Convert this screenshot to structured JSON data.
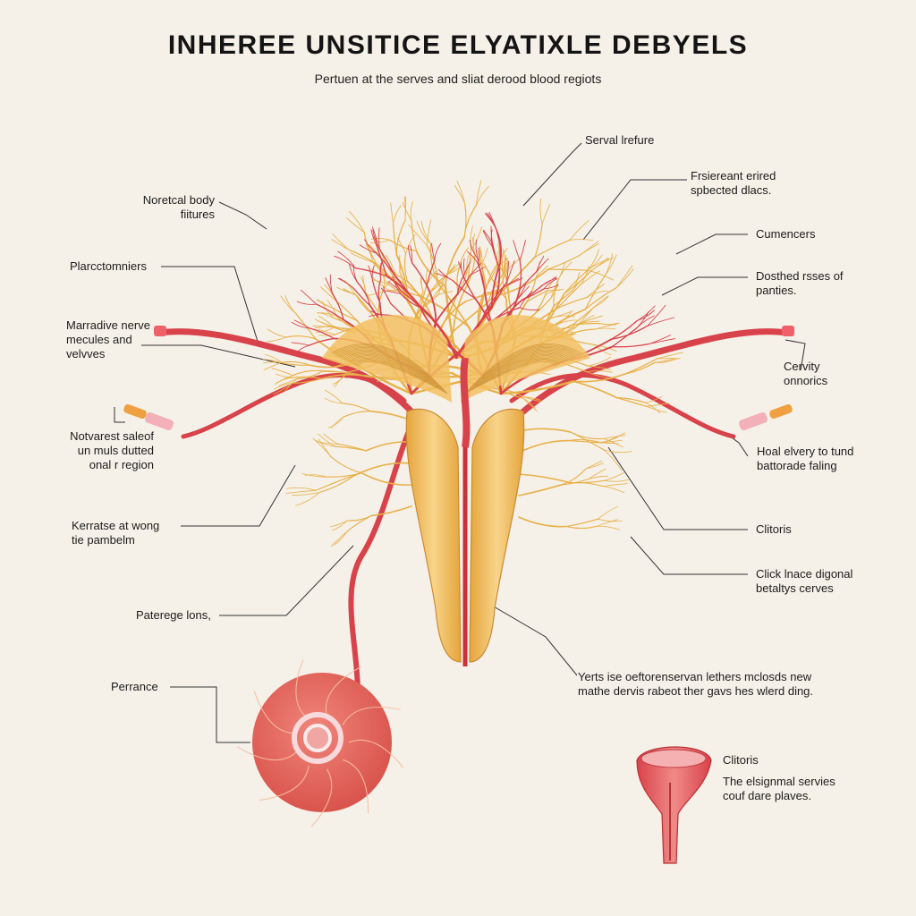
{
  "header": {
    "title": "INHEREE UNSITICE ELYATIXLE DEBYELS",
    "subtitle": "Pertuen at the serves and sliat derood blood regiots"
  },
  "labels_left": [
    {
      "id": "notetcal",
      "lines": [
        "Noretcal body",
        "fiitures"
      ]
    },
    {
      "id": "plarcto",
      "lines": [
        "Plarcctomniers"
      ]
    },
    {
      "id": "marradive",
      "lines": [
        "Marradive nerve",
        "mecules and",
        "velvves"
      ]
    },
    {
      "id": "notvarest",
      "lines": [
        "Notvarest saleof",
        "un muls dutted",
        "onal r region"
      ]
    },
    {
      "id": "kerratse",
      "lines": [
        "Kerratse at wong",
        "tie pambelm"
      ]
    },
    {
      "id": "paterege",
      "lines": [
        "Paterege lons,"
      ]
    },
    {
      "id": "perrance",
      "lines": [
        "Perrance"
      ]
    }
  ],
  "labels_right": [
    {
      "id": "serval",
      "lines": [
        "Serval lrefure"
      ]
    },
    {
      "id": "frsiereant",
      "lines": [
        "Frsiereant erired",
        "spbected dlacs."
      ]
    },
    {
      "id": "cumencers",
      "lines": [
        "Cumencers"
      ]
    },
    {
      "id": "dosthed",
      "lines": [
        "Dosthed rsses of",
        "panties."
      ]
    },
    {
      "id": "cervity",
      "lines": [
        "Cervity",
        "onnorics"
      ]
    },
    {
      "id": "hoal",
      "lines": [
        "Hoal elvery to tund",
        "battorade faling"
      ]
    },
    {
      "id": "clitoris1",
      "lines": [
        "Clitoris"
      ]
    },
    {
      "id": "click",
      "lines": [
        "Click lnace digonal",
        "betaltys cerves"
      ]
    },
    {
      "id": "yerts",
      "lines": [
        "Yerts ise oeftorenservan lethers mclosds new",
        "mathe dervis rabeot ther gavs hes wlerd ding."
      ]
    },
    {
      "id": "clitoris2",
      "lines": [
        "Clitoris"
      ]
    },
    {
      "id": "elsignmal",
      "lines": [
        "The elsignmal servies",
        "couf dare plaves."
      ]
    }
  ],
  "colors": {
    "background": "#f5f0e8",
    "nerve": "#e8b048",
    "vessel": "#d8424a",
    "tissue": "#f2c060",
    "circle": "#e0605a"
  }
}
